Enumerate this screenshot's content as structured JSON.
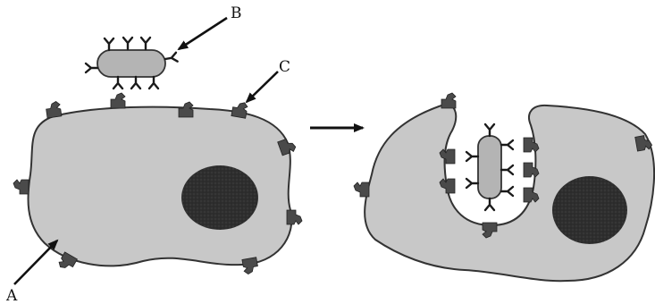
{
  "labels": {
    "a": "A",
    "b": "B",
    "c": "C"
  },
  "colors": {
    "background": "#ffffff",
    "cytoplasm": "#c8c8c8",
    "nucleus": "#2e2e2e",
    "receptor": "#4a4a4a",
    "bacterium": "#b4b4b4",
    "outline": "#333333",
    "antibody": "#1a1a1a",
    "arrow": "#111111"
  }
}
